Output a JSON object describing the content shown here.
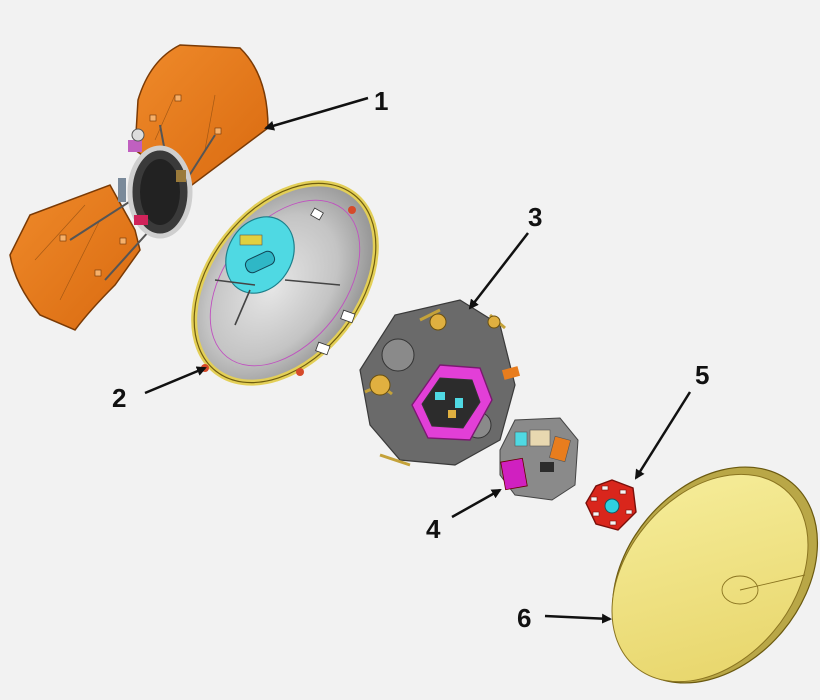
{
  "callouts": [
    {
      "id": "1",
      "text": "1"
    },
    {
      "id": "2",
      "text": "2"
    },
    {
      "id": "3",
      "text": "3"
    },
    {
      "id": "4",
      "text": "4"
    },
    {
      "id": "5",
      "text": "5"
    },
    {
      "id": "6",
      "text": "6"
    }
  ],
  "colors": {
    "background": "#f2f2f2",
    "solar_array": "#e87d1e",
    "backshell_interior": "#b9b9b9",
    "backshell_rim": "#e3cf57",
    "heatshield": "#f2e68f",
    "hexagon_part": "#d9261c",
    "magenta_frame": "#e23fd7",
    "cyan_equipment": "#4fd9e3"
  }
}
